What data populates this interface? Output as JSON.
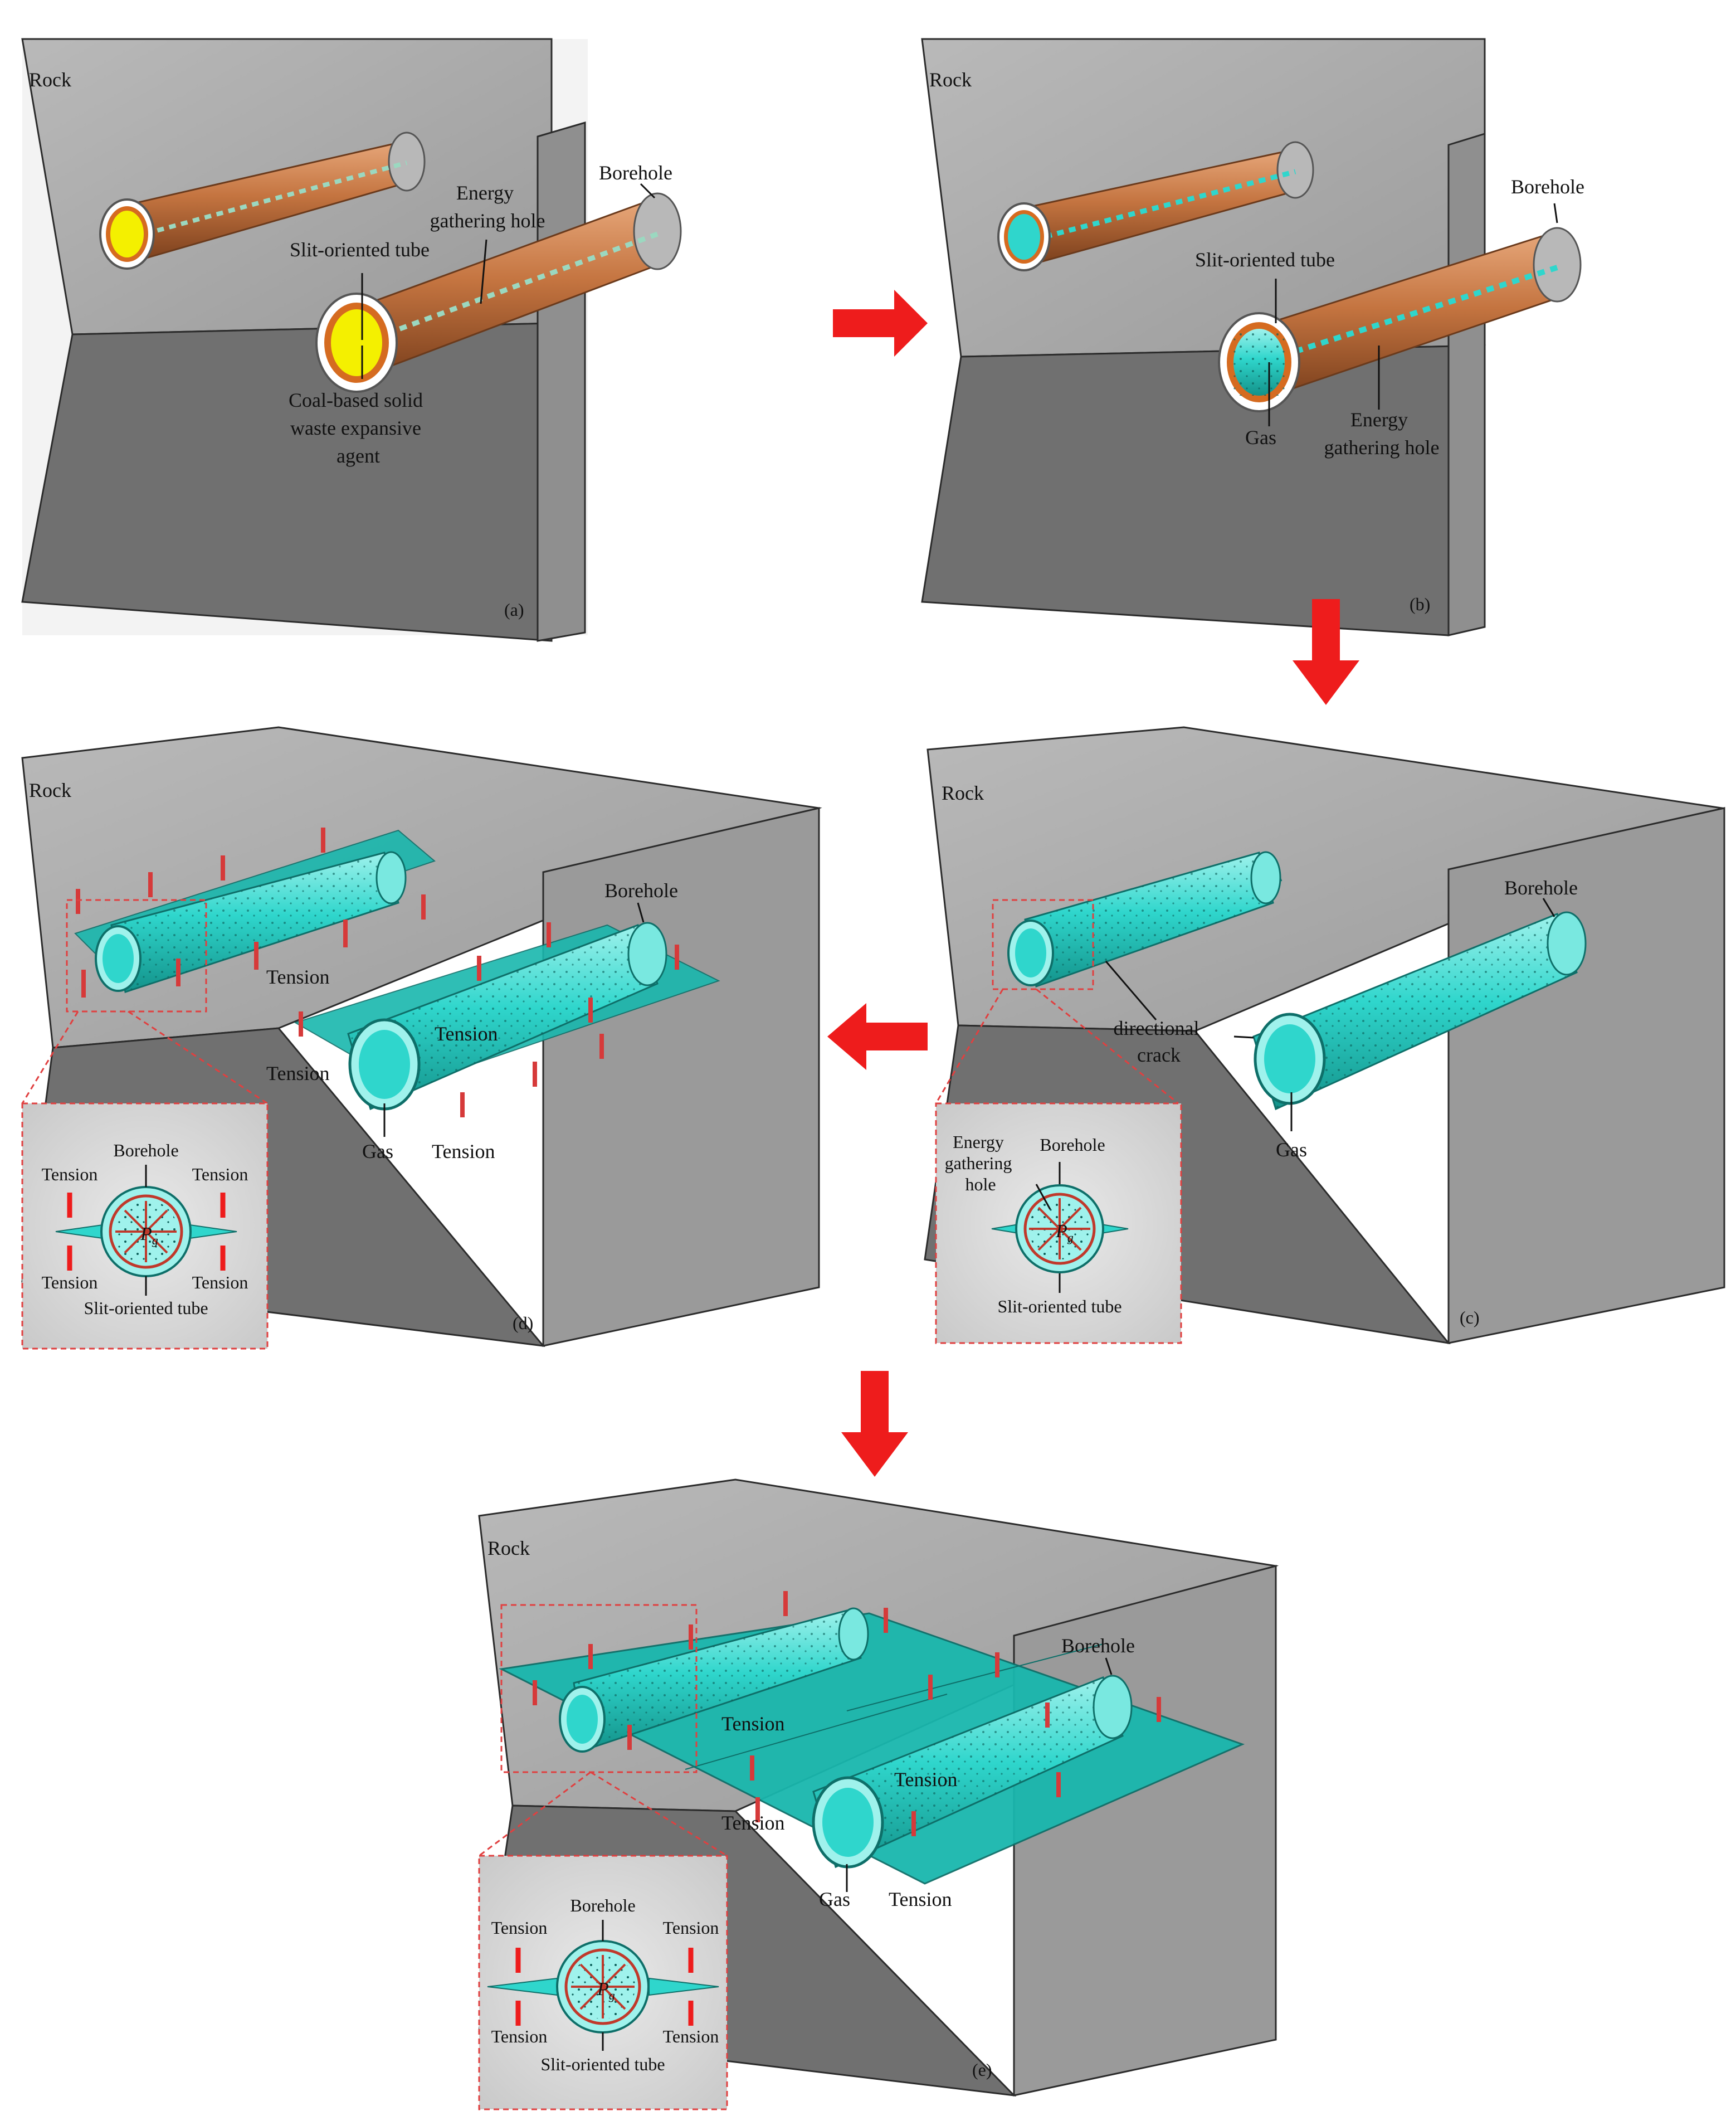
{
  "colors": {
    "rock": "#a8a8a8",
    "rock_floor": "#6f6f6f",
    "edge": "#2b2b2b",
    "copper_tube": "#c0703d",
    "expansive_agent": "#f4f000",
    "gas": "#2fd6cc",
    "crack_plane": "#19b7ad",
    "arrow": "#ee1c1c",
    "tension_arrow": "#d63a3a",
    "inset_border": "#e04040"
  },
  "flow_arrow_icon": "red-block-arrow-icon",
  "panels": {
    "a": {
      "tag": "(a)",
      "rock": "Rock",
      "energy_gathering_hole": [
        "Energy",
        "gathering hole"
      ],
      "borehole": "Borehole",
      "slit_tube": "Slit-oriented tube",
      "agent": [
        "Coal-based solid",
        "waste expansive",
        "agent"
      ]
    },
    "b": {
      "tag": "(b)",
      "rock": "Rock",
      "borehole": "Borehole",
      "slit_tube": "Slit-oriented tube",
      "gas": "Gas",
      "energy_gathering_hole": [
        "Energy",
        "gathering hole"
      ]
    },
    "c": {
      "tag": "(c)",
      "rock": "Rock",
      "borehole": "Borehole",
      "crack": [
        "directional",
        "crack"
      ],
      "gas": "Gas",
      "inset": {
        "energy_gathering_hole": [
          "Energy",
          "gathering",
          "hole"
        ],
        "borehole": "Borehole",
        "pressure_symbol": "P",
        "pressure_subscript": "g",
        "slit_tube": "Slit-oriented tube"
      }
    },
    "d": {
      "tag": "(d)",
      "rock": "Rock",
      "borehole": "Borehole",
      "tension": "Tension",
      "gas": "Gas",
      "inset": {
        "borehole": "Borehole",
        "tension": "Tension",
        "pressure_symbol": "P",
        "pressure_subscript": "g",
        "slit_tube": "Slit-oriented tube"
      }
    },
    "e": {
      "tag": "(e)",
      "rock": "Rock",
      "borehole": "Borehole",
      "tension": "Tension",
      "gas": "Gas",
      "inset": {
        "borehole": "Borehole",
        "tension": "Tension",
        "pressure_symbol": "P",
        "pressure_subscript": "g",
        "slit_tube": "Slit-oriented tube"
      }
    }
  }
}
